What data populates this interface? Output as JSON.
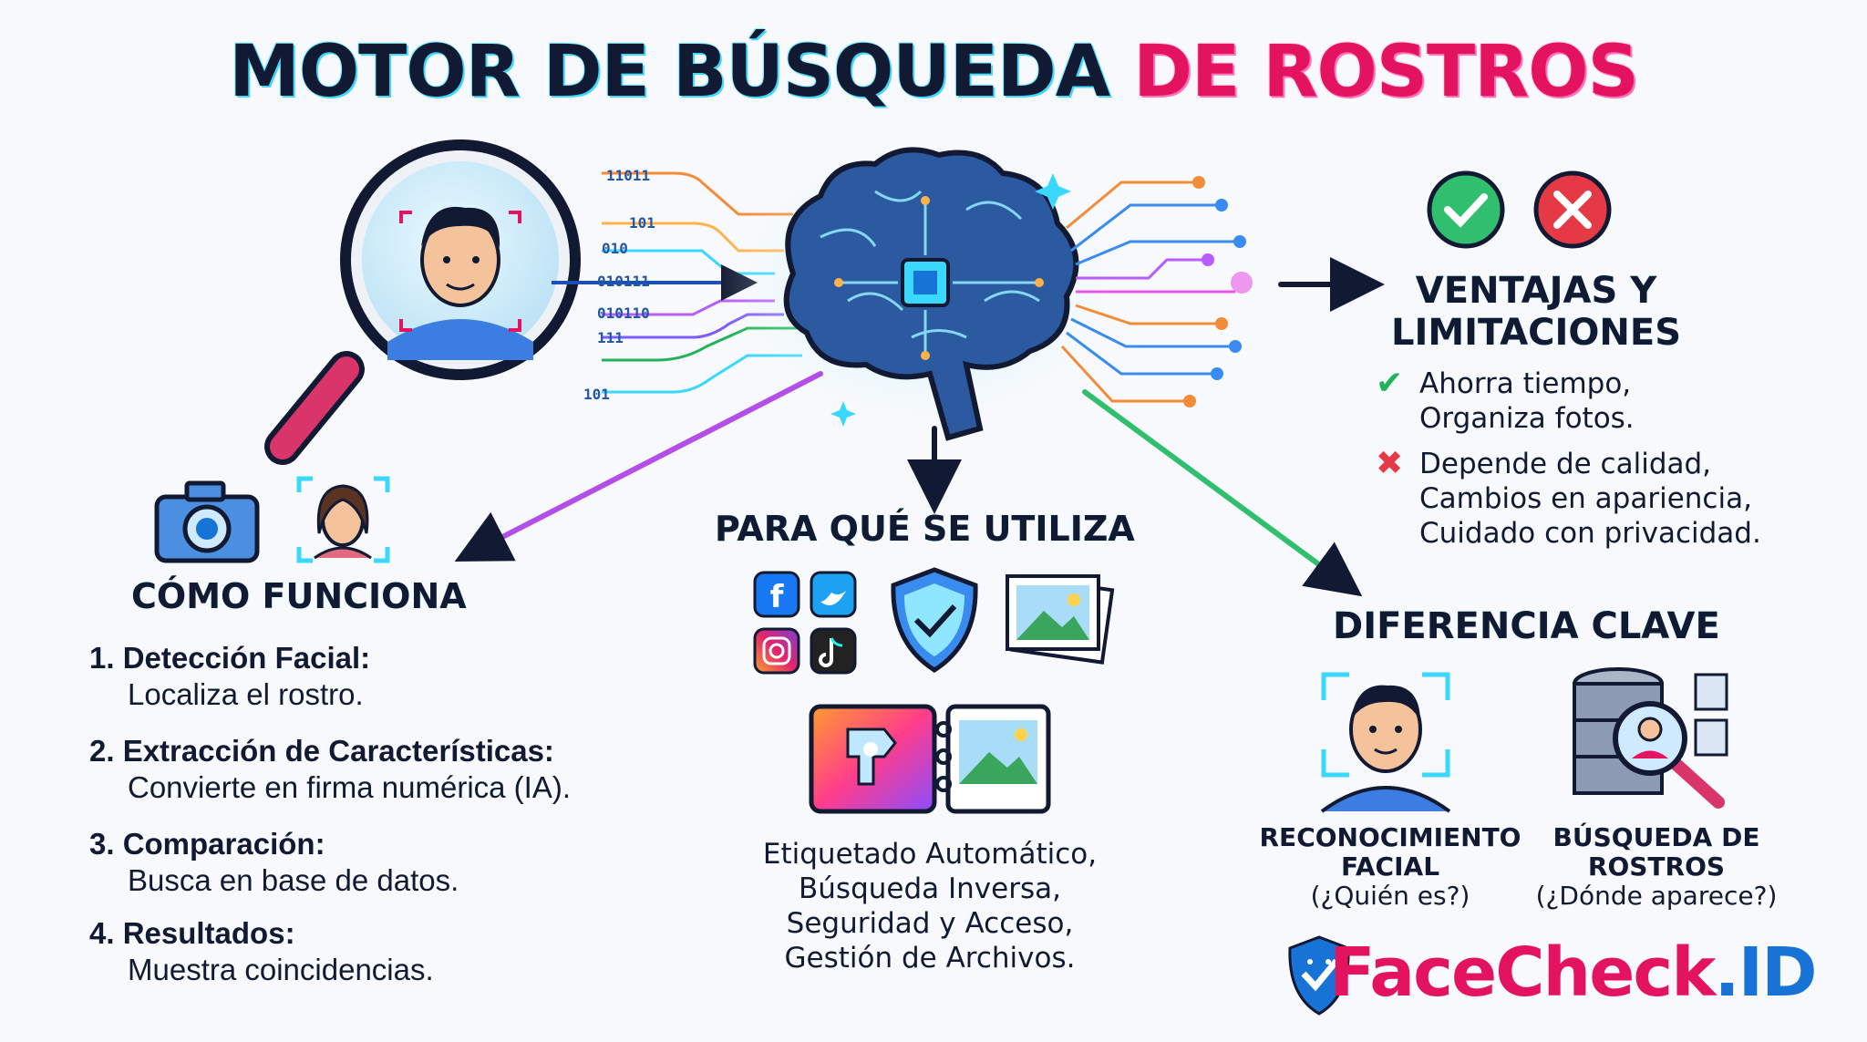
{
  "title": {
    "part1": "MOTOR DE BÚSQUEDA",
    "part2": "DE ROSTROS"
  },
  "binary": [
    "11011",
    "101",
    "010",
    "010111",
    "010110",
    "111",
    "101"
  ],
  "como": {
    "heading": "CÓMO FUNCIONA",
    "steps": [
      {
        "title": "1. Detección Facial:",
        "desc": "Localiza el rostro."
      },
      {
        "title": "2. Extracción de Características:",
        "desc": "Convierte en firma numérica (IA)."
      },
      {
        "title": "3. Comparación:",
        "desc": "Busca en base de datos."
      },
      {
        "title": "4. Resultados:",
        "desc": "Muestra coincidencias."
      }
    ]
  },
  "para": {
    "heading": "PARA QUÉ SE UTILIZA",
    "lines": [
      "Etiquetado Automático,",
      "Búsqueda Inversa,",
      "Seguridad y Acceso,",
      "Gestión de Archivos."
    ]
  },
  "ventajas": {
    "heading1": "VENTAJAS Y",
    "heading2": "LIMITACIONES",
    "pros": [
      "Ahorra tiempo,",
      "Organiza fotos."
    ],
    "cons": [
      "Depende de calidad,",
      "Cambios en apariencia,",
      "Cuidado con privacidad."
    ],
    "check_mark": "✔",
    "cross_mark": "✖"
  },
  "diferencia": {
    "heading": "DIFERENCIA CLAVE",
    "left": {
      "title1": "RECONOCIMIENTO",
      "title2": "FACIAL",
      "sub": "(¿Quién es?)"
    },
    "right": {
      "title1": "BÚSQUEDA DE",
      "title2": "ROSTROS",
      "sub": "(¿Dónde aparece?)"
    }
  },
  "brand": {
    "name": "FaceCheck",
    "suffix": ".ID"
  },
  "colors": {
    "navy": "#121a33",
    "pink": "#e4135f",
    "cyan": "#3ad7ff",
    "blue": "#1773d6",
    "green": "#22b35a",
    "red": "#e53945"
  },
  "icons": [
    "magnifier-face-icon",
    "brain-chip-icon",
    "camera-icon",
    "face-frame-icon",
    "facebook-icon",
    "twitter-icon",
    "instagram-icon",
    "tiktok-icon",
    "shield-check-icon",
    "photos-icon",
    "tag-album-icon",
    "check-circle-icon",
    "cross-circle-icon",
    "database-search-icon",
    "facecheck-shield-logo"
  ]
}
